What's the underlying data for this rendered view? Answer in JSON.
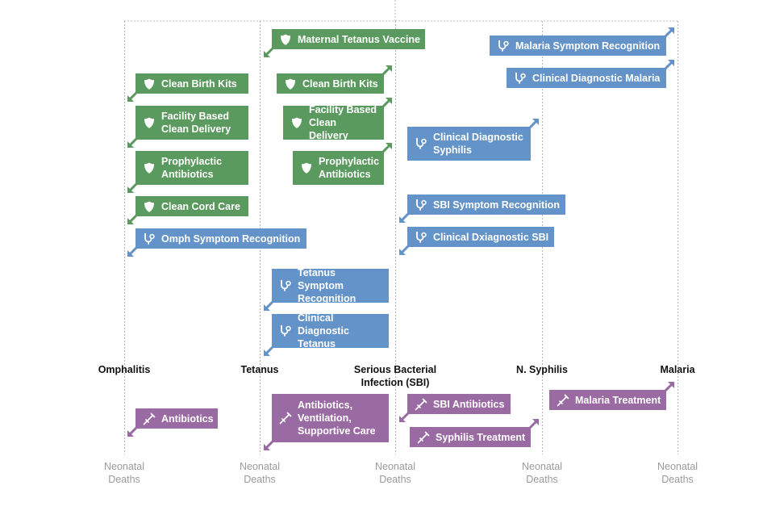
{
  "colors": {
    "prevention": "#5b9a5e",
    "diagnosis": "#6393c8",
    "treatment": "#9a6aa2",
    "guide": "#b5b5b5"
  },
  "diseases": [
    {
      "label": "Omphalitis",
      "outcome": "Neonatal Deaths"
    },
    {
      "label": "Tetanus",
      "outcome": "Neonatal Deaths"
    },
    {
      "label": "Serious Bacterial Infection (SBI)",
      "outcome": "Neonatal Deaths"
    },
    {
      "label": "N. Syphilis",
      "outcome": "Neonatal Deaths"
    },
    {
      "label": "Malaria",
      "outcome": "Neonatal Deaths"
    }
  ],
  "interventions": [
    {
      "label": "Maternal Tetanus Vaccine",
      "kind": "prevention",
      "icon": "shield-icon"
    },
    {
      "label": "Clean Birth Kits",
      "kind": "prevention",
      "icon": "shield-icon"
    },
    {
      "label": "Facility Based Clean Delivery",
      "kind": "prevention",
      "icon": "shield-icon"
    },
    {
      "label": "Prophylactic Antibiotics",
      "kind": "prevention",
      "icon": "shield-icon"
    },
    {
      "label": "Clean Cord Care",
      "kind": "prevention",
      "icon": "shield-icon"
    },
    {
      "label": "Omph Symptom Recognition",
      "kind": "diagnosis",
      "icon": "stethoscope-icon"
    },
    {
      "label": "Clean Birth Kits",
      "kind": "prevention",
      "icon": "shield-icon"
    },
    {
      "label": "Facility Based Clean Delivery",
      "kind": "prevention",
      "icon": "shield-icon"
    },
    {
      "label": "Prophylactic Antibiotics",
      "kind": "prevention",
      "icon": "shield-icon"
    },
    {
      "label": "Tetanus Symptom Recognition",
      "kind": "diagnosis",
      "icon": "stethoscope-icon"
    },
    {
      "label": "Clinical Diagnostic Tetanus",
      "kind": "diagnosis",
      "icon": "stethoscope-icon"
    },
    {
      "label": "Malaria Symptom Recognition",
      "kind": "diagnosis",
      "icon": "stethoscope-icon"
    },
    {
      "label": "Clinical Diagnostic Malaria",
      "kind": "diagnosis",
      "icon": "stethoscope-icon"
    },
    {
      "label": "Clinical Diagnostic Syphilis",
      "kind": "diagnosis",
      "icon": "stethoscope-icon"
    },
    {
      "label": "SBI Symptom Recognition",
      "kind": "diagnosis",
      "icon": "stethoscope-icon"
    },
    {
      "label": "Clinical Dxiagnostic SBI",
      "kind": "diagnosis",
      "icon": "stethoscope-icon"
    },
    {
      "label": "Antibiotics",
      "kind": "treatment",
      "icon": "syringe-icon"
    },
    {
      "label": "Antibiotics, Ventilation, Supportive Care",
      "kind": "treatment",
      "icon": "syringe-icon"
    },
    {
      "label": "SBI Antibiotics",
      "kind": "treatment",
      "icon": "syringe-icon"
    },
    {
      "label": "Syphilis Treatment",
      "kind": "treatment",
      "icon": "syringe-icon"
    },
    {
      "label": "Malaria Treatment",
      "kind": "treatment",
      "icon": "syringe-icon"
    }
  ]
}
